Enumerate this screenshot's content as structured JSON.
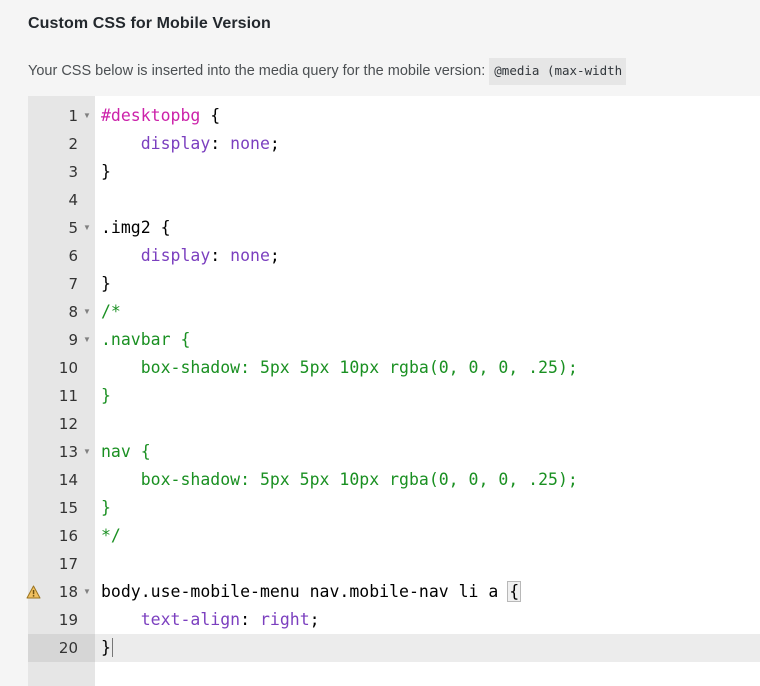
{
  "header": {
    "title": "Custom CSS for Mobile Version",
    "description": "Your CSS below is inserted into the media query for the mobile version:",
    "media_code": "@media (max-width"
  },
  "editor": {
    "active_line": 20,
    "warning_line": 18,
    "total_lines": 20,
    "colors": {
      "id_selector": "#cc22aa",
      "property": "#7b3fbf",
      "value": "#7b3fbf",
      "comment": "#1a9022",
      "plain": "#000000",
      "gutter_bg": "#e6e6e6",
      "active_line_bg": "#ececec",
      "active_gutter_bg": "#d6d6d6",
      "editor_bg": "#ffffff",
      "page_bg": "#f5f5f5"
    },
    "lines": [
      {
        "n": "1",
        "fold": true,
        "warn": false,
        "segments": [
          {
            "t": "#desktopbg",
            "c": "tok-id"
          },
          {
            "t": " {",
            "c": "tok-plain"
          }
        ]
      },
      {
        "n": "2",
        "fold": false,
        "warn": false,
        "segments": [
          {
            "t": "    display",
            "c": "tok-prop"
          },
          {
            "t": ": ",
            "c": "tok-plain"
          },
          {
            "t": "none",
            "c": "tok-val"
          },
          {
            "t": ";",
            "c": "tok-plain"
          }
        ]
      },
      {
        "n": "3",
        "fold": false,
        "warn": false,
        "segments": [
          {
            "t": "}",
            "c": "tok-plain"
          }
        ]
      },
      {
        "n": "4",
        "fold": false,
        "warn": false,
        "segments": [
          {
            "t": "",
            "c": "tok-plain"
          }
        ]
      },
      {
        "n": "5",
        "fold": true,
        "warn": false,
        "segments": [
          {
            "t": ".img2 {",
            "c": "tok-plain"
          }
        ]
      },
      {
        "n": "6",
        "fold": false,
        "warn": false,
        "segments": [
          {
            "t": "    display",
            "c": "tok-prop"
          },
          {
            "t": ": ",
            "c": "tok-plain"
          },
          {
            "t": "none",
            "c": "tok-val"
          },
          {
            "t": ";",
            "c": "tok-plain"
          }
        ]
      },
      {
        "n": "7",
        "fold": false,
        "warn": false,
        "segments": [
          {
            "t": "}",
            "c": "tok-plain"
          }
        ]
      },
      {
        "n": "8",
        "fold": true,
        "warn": false,
        "segments": [
          {
            "t": "/*",
            "c": "tok-comment"
          }
        ]
      },
      {
        "n": "9",
        "fold": true,
        "warn": false,
        "segments": [
          {
            "t": ".navbar {",
            "c": "tok-comment"
          }
        ]
      },
      {
        "n": "10",
        "fold": false,
        "warn": false,
        "segments": [
          {
            "t": "    box-shadow: 5px 5px 10px rgba(0, 0, 0, .25);",
            "c": "tok-comment"
          }
        ]
      },
      {
        "n": "11",
        "fold": false,
        "warn": false,
        "segments": [
          {
            "t": "}",
            "c": "tok-comment"
          }
        ]
      },
      {
        "n": "12",
        "fold": false,
        "warn": false,
        "segments": [
          {
            "t": "",
            "c": "tok-comment"
          }
        ]
      },
      {
        "n": "13",
        "fold": true,
        "warn": false,
        "segments": [
          {
            "t": "nav {",
            "c": "tok-comment"
          }
        ]
      },
      {
        "n": "14",
        "fold": false,
        "warn": false,
        "segments": [
          {
            "t": "    box-shadow: 5px 5px 10px rgba(0, 0, 0, .25);",
            "c": "tok-comment"
          }
        ]
      },
      {
        "n": "15",
        "fold": false,
        "warn": false,
        "segments": [
          {
            "t": "}",
            "c": "tok-comment"
          }
        ]
      },
      {
        "n": "16",
        "fold": false,
        "warn": false,
        "segments": [
          {
            "t": "*/",
            "c": "tok-comment"
          }
        ]
      },
      {
        "n": "17",
        "fold": false,
        "warn": false,
        "segments": [
          {
            "t": "",
            "c": "tok-plain"
          }
        ]
      },
      {
        "n": "18",
        "fold": true,
        "warn": true,
        "segments": [
          {
            "t": "body.use-mobile-menu nav.mobile-nav li a ",
            "c": "tok-plain"
          },
          {
            "t": "{",
            "c": "tok-plain bracket-match"
          }
        ]
      },
      {
        "n": "19",
        "fold": false,
        "warn": false,
        "segments": [
          {
            "t": "    text-align",
            "c": "tok-prop"
          },
          {
            "t": ": ",
            "c": "tok-plain"
          },
          {
            "t": "right",
            "c": "tok-val"
          },
          {
            "t": ";",
            "c": "tok-plain"
          }
        ]
      },
      {
        "n": "20",
        "fold": false,
        "warn": false,
        "caret": true,
        "segments": [
          {
            "t": "}",
            "c": "tok-plain"
          }
        ]
      }
    ]
  }
}
